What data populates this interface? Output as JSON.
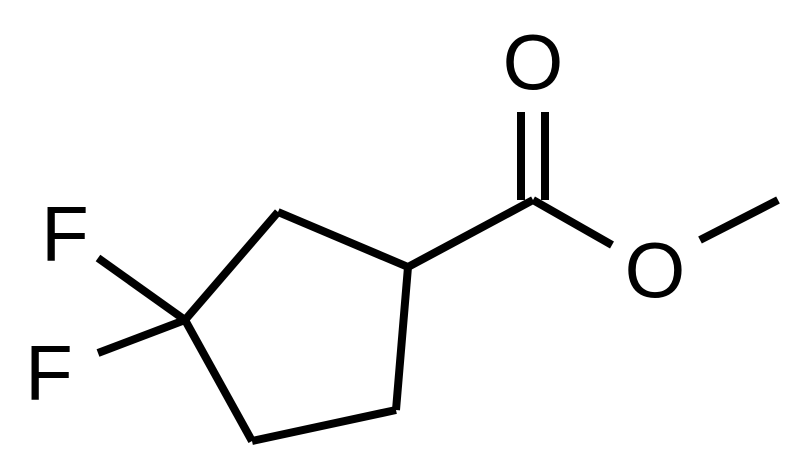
{
  "molecule": {
    "atoms": {
      "O_carbonyl": "O",
      "O_ester": "O",
      "F_upper": "F",
      "F_lower": "F"
    }
  }
}
